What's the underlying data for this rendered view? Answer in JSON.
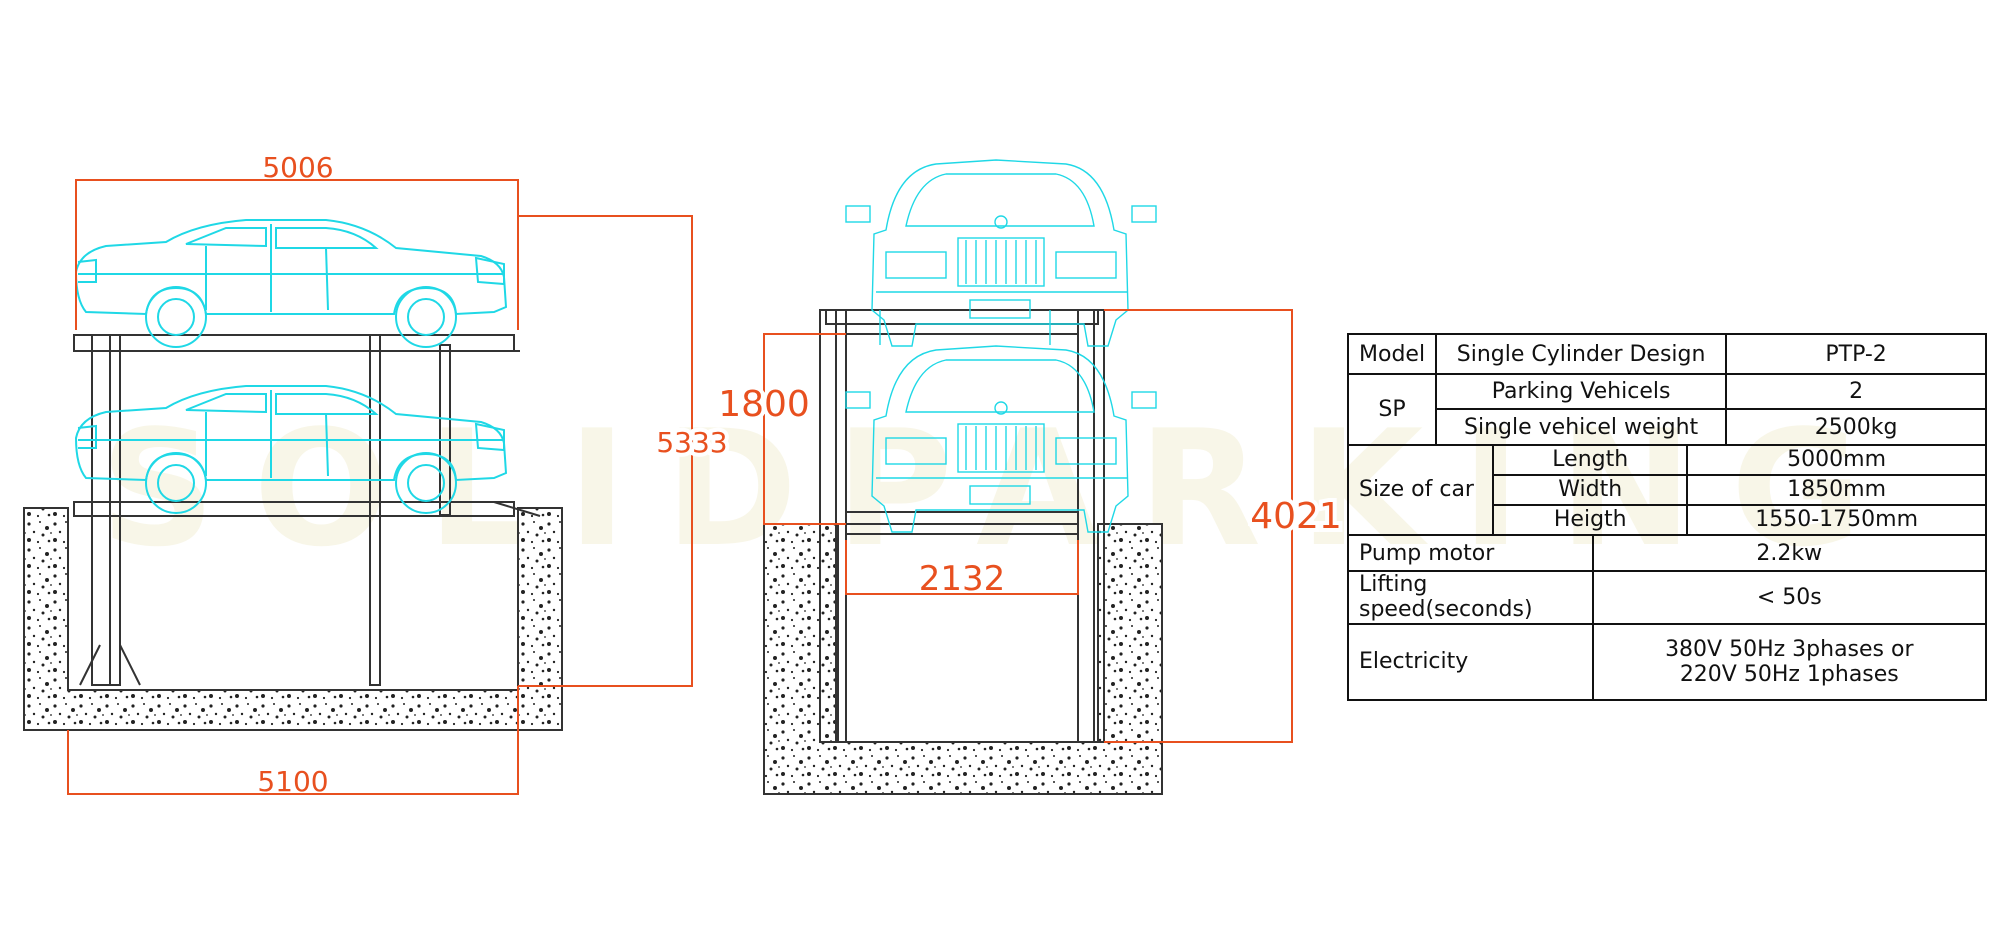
{
  "watermark": "SOLIDPARKING",
  "dimensions": {
    "side_car_length": "5006",
    "side_total_height": "5333",
    "side_pit_length": "5100",
    "front_platform_gap": "1800",
    "front_total_height": "4021",
    "front_inner_width": "2132"
  },
  "spec_table": {
    "model_label": "Model",
    "design": "Single Cylinder Design",
    "model_code": "PTP-2",
    "sp_label": "SP",
    "parking_vehicles_label": "Parking Vehicels",
    "parking_vehicles_value": "2",
    "single_weight_label": "Single vehicel weight",
    "single_weight_value": "2500kg",
    "size_label": "Size of car",
    "length_label": "Length",
    "length_value": "5000mm",
    "width_label": "Width",
    "width_value": "1850mm",
    "height_label": "Heigth",
    "height_value": "1550-1750mm",
    "pump_label": "Pump motor",
    "pump_value": "2.2kw",
    "speed_label": "Lifting speed(seconds)",
    "speed_value": "< 50s",
    "electricity_label": "Electricity",
    "electricity_value_1": "380V 50Hz 3phases or",
    "electricity_value_2": "220V 50Hz 1phases"
  },
  "colors": {
    "dimension": "#e8501f",
    "car_outline": "#1fd8e6",
    "structure": "#333333"
  }
}
